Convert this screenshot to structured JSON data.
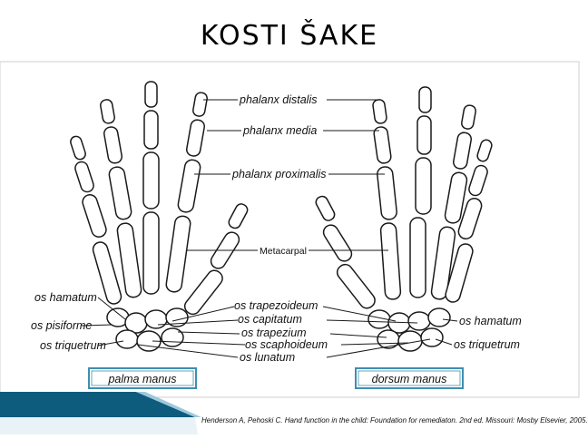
{
  "slide": {
    "title": "KOSTI ŠAKE",
    "citation": "Henderson A, Pehoski C. Hand function in the child: Foundation for remediaton. 2nd ed. Missouri: Mosby Elsevier, 2005."
  },
  "labels": {
    "phalanx_distalis": "phalanx distalis",
    "phalanx_media": "phalanx media",
    "phalanx_proximalis": "phalanx proximalis",
    "metacarpal": "Metacarpal",
    "os_hamatum_left": "os hamatum",
    "os_pisiforme": "os pisiforme",
    "os_triquetrum_left": "os triquetrum",
    "os_trapezoideum": "os trapezoideum",
    "os_capitatum": "os capitatum",
    "os_trapezium": "os trapezium",
    "os_scaphoideum": "os scaphoideum",
    "os_lunatum": "os lunatum",
    "os_hamatum_right": "os hamatum",
    "os_triquetrum_right": "os triquetrum"
  },
  "captions": {
    "left": "palma manus",
    "right": "dorsum manus"
  },
  "colors": {
    "caption_border": "#3e8fb0",
    "band_dark": "#0d5c7d",
    "band_light": "#9cc9dc"
  }
}
